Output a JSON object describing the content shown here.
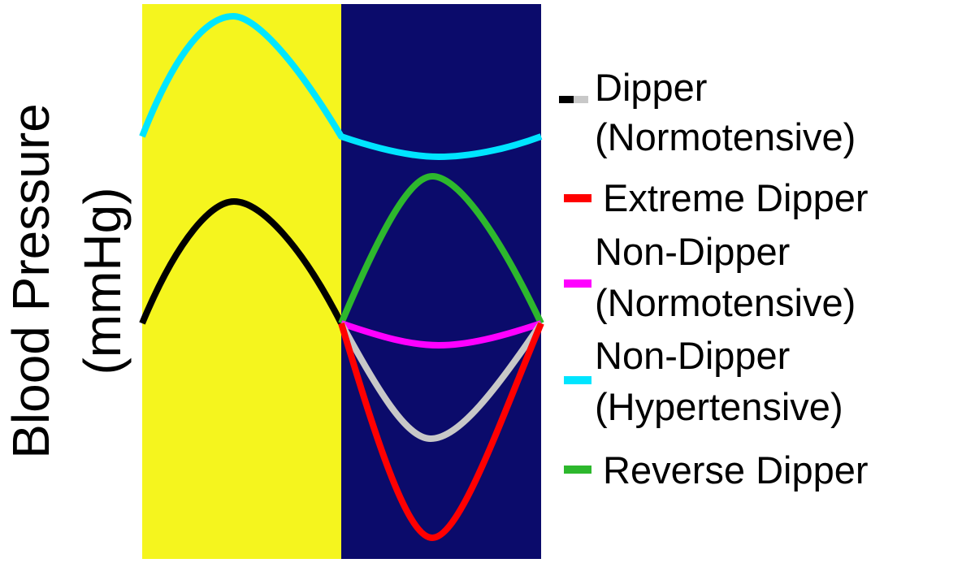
{
  "axis": {
    "ylabel_line1": "Blood Pressure",
    "ylabel_line2": "(mmHg)"
  },
  "panels": {
    "day_color": "#f5f51e",
    "night_color": "#0b0b6b"
  },
  "legend": {
    "items": [
      {
        "lines": [
          "Dipper",
          "(Normotensive)"
        ],
        "colors": [
          "#000000",
          "#c8c8c8"
        ]
      },
      {
        "lines": [
          "Extreme Dipper"
        ],
        "colors": [
          "#ff0000"
        ]
      },
      {
        "lines": [
          "Non-Dipper",
          "(Normotensive)"
        ],
        "colors": [
          "#ff00ff"
        ]
      },
      {
        "lines": [
          "Non-Dipper",
          "(Hypertensive)"
        ],
        "colors": [
          "#00e5ff"
        ]
      },
      {
        "lines": [
          "Reverse Dipper"
        ],
        "colors": [
          "#2db82d"
        ]
      }
    ]
  },
  "curves": [
    {
      "name": "non-dipper-hypertensive",
      "color": "#00e5ff"
    },
    {
      "name": "dipper-day",
      "color": "#000000"
    },
    {
      "name": "reverse-dipper",
      "color": "#2db82d"
    },
    {
      "name": "non-dipper-normotensive",
      "color": "#ff00ff"
    },
    {
      "name": "dipper-night",
      "color": "#c8c8c8"
    },
    {
      "name": "extreme-dipper",
      "color": "#ff0000"
    }
  ]
}
